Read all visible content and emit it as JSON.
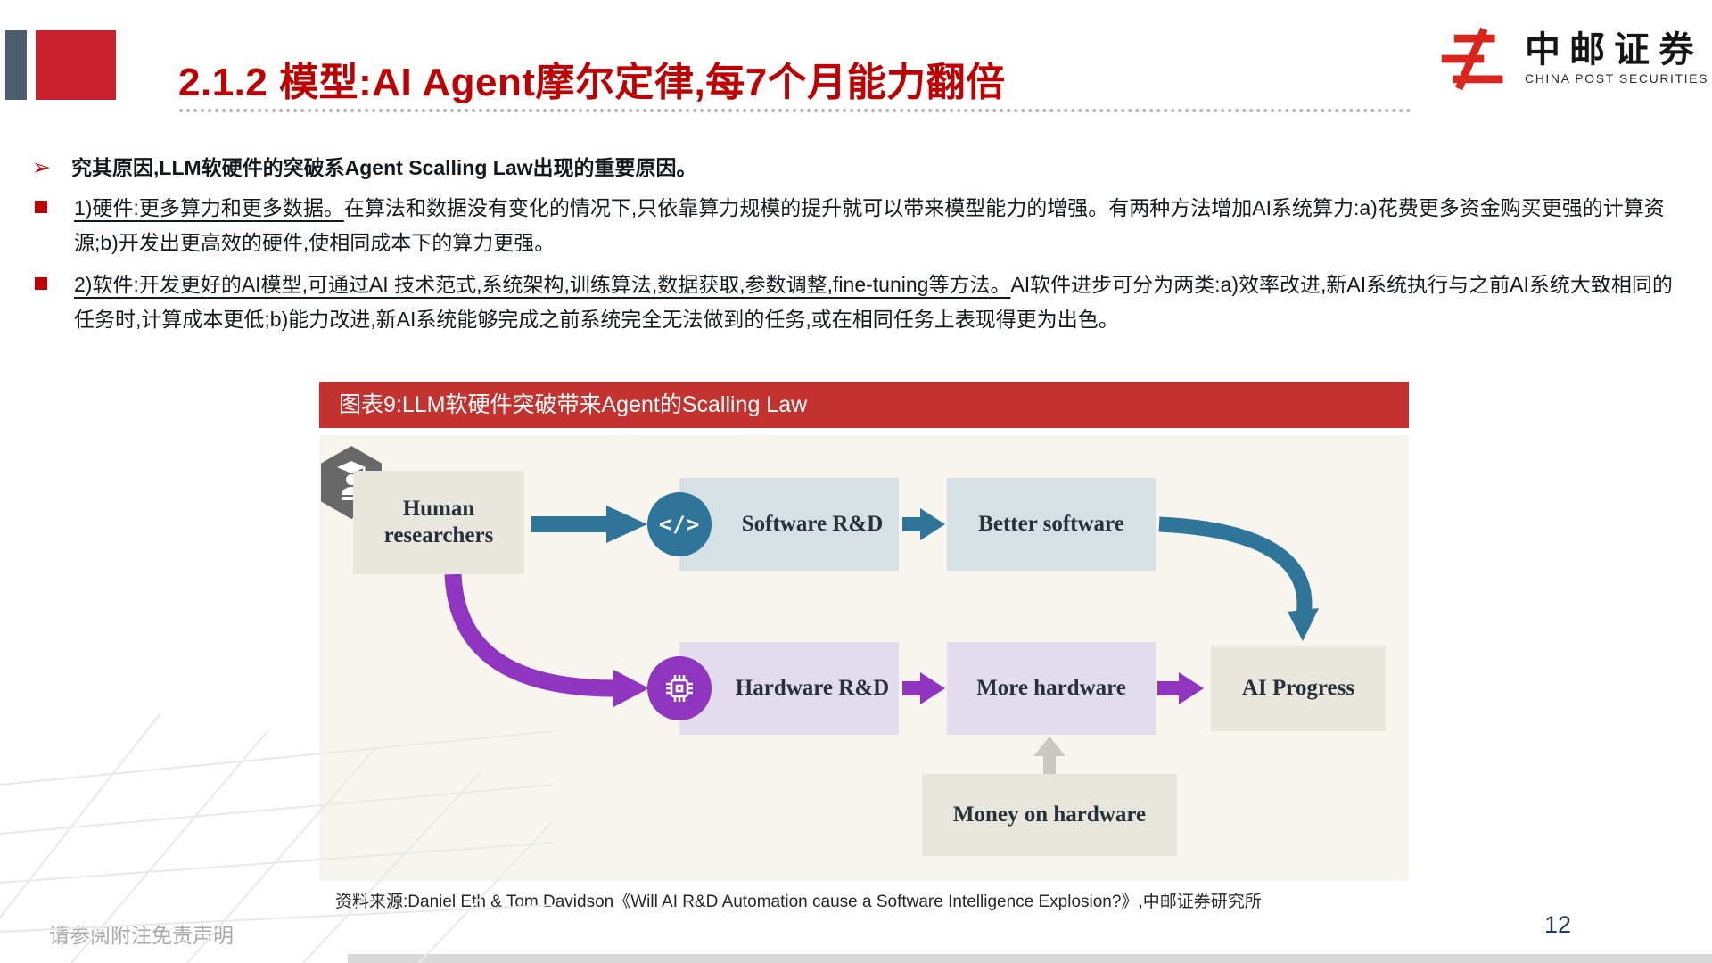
{
  "slide": {
    "title": "2.1.2 模型:AI Agent摩尔定律,每7个月能力翻倍",
    "page_number": "12",
    "disclaimer": "请参阅附注免责声明"
  },
  "logo": {
    "cn": "中邮证券",
    "en": "CHINA POST SECURITIES"
  },
  "content": {
    "lead": "究其原因,LLM软硬件的突破系Agent Scalling Law出现的重要原因。",
    "point1": {
      "underlined": "1)硬件:更多算力和更多数据。",
      "rest": "在算法和数据没有变化的情况下,只依靠算力规模的提升就可以带来模型能力的增强。有两种方法增加AI系统算力:a)花费更多资金购买更强的计算资源;b)开发出更高效的硬件,使相同成本下的算力更强。"
    },
    "point2": {
      "underlined": "2)软件:开发更好的AI模型,可通过AI 技术范式,系统架构,训练算法,数据获取,参数调整,fine-tuning等方法。",
      "rest": "AI软件进步可分为两类:a)效率改进,新AI系统执行与之前AI系统大致相同的任务时,计算成本更低;b)能力改进,新AI系统能够完成之前系统完全无法做到的任务,或在相同任务上表现得更为出色。"
    }
  },
  "figure": {
    "caption": "图表9:LLM软硬件突破带来Agent的Scalling Law",
    "source": "资料来源:Daniel Eth & Tom Davidson《Will AI R&D Automation cause a Software Intelligence Explosion?》,中邮证券研究所",
    "code_glyph": "</>",
    "nodes": {
      "human": "Human researchers",
      "software_rd": "Software R&D",
      "better_software": "Better software",
      "hardware_rd": "Hardware R&D",
      "more_hardware": "More hardware",
      "ai_progress": "AI Progress",
      "money": "Money on hardware"
    },
    "colors": {
      "accent_red": "#c00000",
      "figure_header_red": "#c3322f",
      "teal_arrow": "#2f7599",
      "purple_arrow": "#8f35c0",
      "gray_arrow": "#c9c9c2",
      "box_blue": "#d6e0e5",
      "box_purple": "#e3dcec",
      "box_beige": "#e9e6de",
      "diagram_background": "#f7f5ee",
      "logo_red": "#da251d",
      "page_number_blue": "#1f3864"
    }
  }
}
